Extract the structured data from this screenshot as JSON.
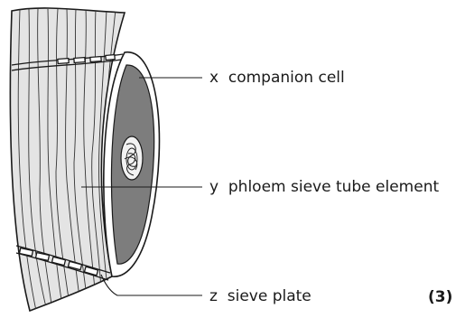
{
  "diagram": {
    "labels": [
      {
        "letter": "x",
        "text": "companion cell"
      },
      {
        "letter": "y",
        "text": "phloem sieve tube element"
      },
      {
        "letter": "z",
        "text": "sieve plate"
      }
    ],
    "marks": "(3)"
  }
}
